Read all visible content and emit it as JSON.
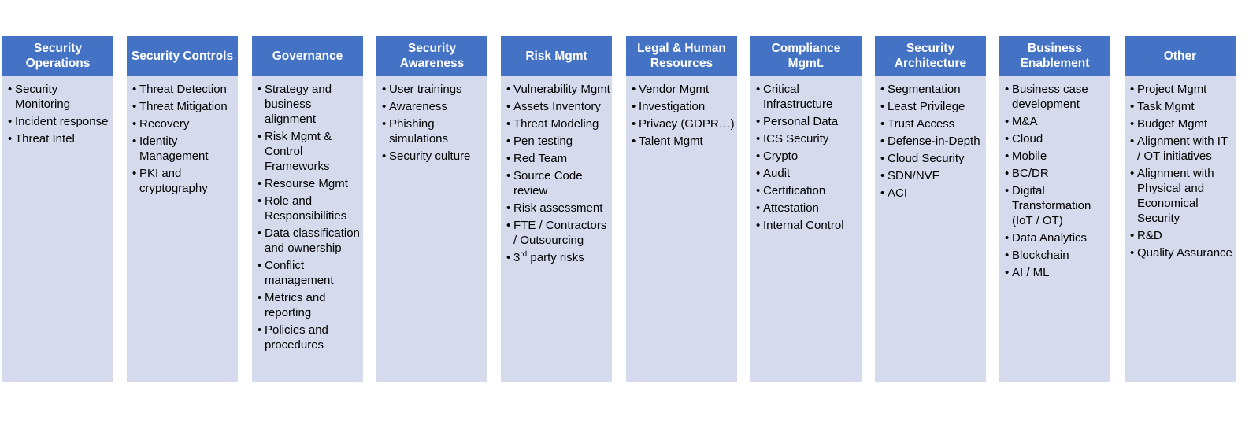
{
  "columns": [
    {
      "title": "Security Operations",
      "items": [
        {
          "text": "Security Monitoring"
        },
        {
          "text": "Incident response"
        },
        {
          "text": "Threat Intel"
        }
      ]
    },
    {
      "title": "Security Controls",
      "items": [
        {
          "text": "Threat Detection"
        },
        {
          "text": "Threat Mitigation"
        },
        {
          "text": "Recovery"
        },
        {
          "text": "Identity Management"
        },
        {
          "text": "PKI and cryptography"
        }
      ]
    },
    {
      "title": "Governance",
      "items": [
        {
          "text": "Strategy and business alignment"
        },
        {
          "text": "Risk Mgmt & Control Frameworks"
        },
        {
          "text": "Resourse Mgmt"
        },
        {
          "text": "Role and Responsibilities"
        },
        {
          "text": "Data classification and ownership"
        },
        {
          "text": "Conflict management"
        },
        {
          "text": "Metrics and reporting"
        },
        {
          "text": "Policies and procedures"
        }
      ]
    },
    {
      "title": "Security Awareness",
      "items": [
        {
          "text": "User trainings"
        },
        {
          "text": "Awareness"
        },
        {
          "text": "Phishing simulations"
        },
        {
          "text": "Security culture"
        }
      ]
    },
    {
      "title": "Risk Mgmt",
      "items": [
        {
          "text": "Vulnerability Mgmt"
        },
        {
          "text": "Assets Inventory"
        },
        {
          "text": "Threat Modeling"
        },
        {
          "text": "Pen testing"
        },
        {
          "text": "Red Team"
        },
        {
          "text": "Source Code review"
        },
        {
          "text": "Risk assessment"
        },
        {
          "text": "FTE / Contractors / Outsourcing"
        },
        {
          "text": "3",
          "sup": "rd",
          "rest": " party risks"
        }
      ]
    },
    {
      "title": "Legal & Human Resources",
      "items": [
        {
          "text": "Vendor Mgmt"
        },
        {
          "text": "Investigation"
        },
        {
          "text": "Privacy (GDPR…)"
        },
        {
          "text": "Talent Mgmt"
        }
      ]
    },
    {
      "title": "Compliance Mgmt.",
      "items": [
        {
          "text": "Critical Infrastructure"
        },
        {
          "text": "Personal Data"
        },
        {
          "text": "ICS Security"
        },
        {
          "text": "Crypto"
        },
        {
          "text": "Audit"
        },
        {
          "text": "Certification"
        },
        {
          "text": "Attestation"
        },
        {
          "text": "Internal Control"
        }
      ]
    },
    {
      "title": "Security Architecture",
      "items": [
        {
          "text": "Segmentation"
        },
        {
          "text": "Least Privilege"
        },
        {
          "text": "Trust Access"
        },
        {
          "text": "Defense-in-Depth"
        },
        {
          "text": "Cloud Security"
        },
        {
          "text": "SDN/NVF"
        },
        {
          "text": "ACI"
        }
      ]
    },
    {
      "title": "Business Enablement",
      "items": [
        {
          "text": "Business case development"
        },
        {
          "text": "M&A"
        },
        {
          "text": "Cloud"
        },
        {
          "text": "Mobile"
        },
        {
          "text": "BC/DR"
        },
        {
          "text": "Digital Transformation (IoT / OT)"
        },
        {
          "text": "Data Analytics"
        },
        {
          "text": "Blockchain"
        },
        {
          "text": "AI / ML"
        }
      ]
    },
    {
      "title": "Other",
      "items": [
        {
          "text": "Project Mgmt"
        },
        {
          "text": "Task Mgmt"
        },
        {
          "text": "Budget Mgmt"
        },
        {
          "text": "Alignment with IT / OT initiatives"
        },
        {
          "text": "Alignment with Physical and Economical Security"
        },
        {
          "text": "R&D"
        },
        {
          "text": "Quality Assurance"
        }
      ]
    }
  ]
}
